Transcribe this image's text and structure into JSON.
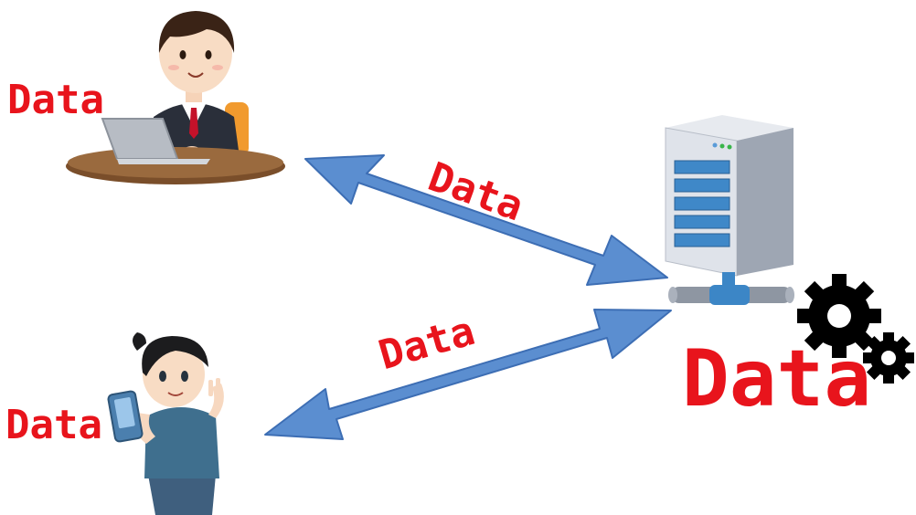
{
  "labels": {
    "user": "Data",
    "top_arrow": "Data",
    "bottom_arrow": "Data",
    "mobile": "Data",
    "server": "Data"
  },
  "icons": [
    "office-worker-icon",
    "laptop-icon",
    "woman-with-phone-icon",
    "server-icon",
    "network-pipe-icon",
    "gear-icon"
  ],
  "colors": {
    "label": "#e8141c",
    "arrow": "#5b8ed0",
    "arrow_outline": "#3d6eb4"
  }
}
